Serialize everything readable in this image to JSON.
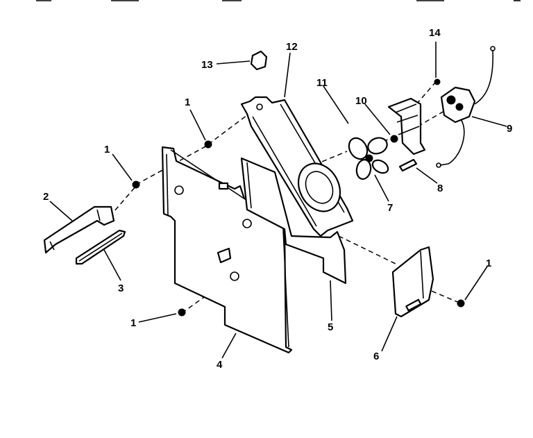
{
  "diagram": {
    "callouts": {
      "c1_left": "1",
      "c1_mid": "1",
      "c1_bottom": "1",
      "c1_right": "1",
      "c2": "2",
      "c3": "3",
      "c4": "4",
      "c5": "5",
      "c6": "6",
      "c7": "7",
      "c8": "8",
      "c9": "9",
      "c10": "10",
      "c11": "11",
      "c12": "12",
      "c13": "13",
      "c14": "14"
    }
  }
}
